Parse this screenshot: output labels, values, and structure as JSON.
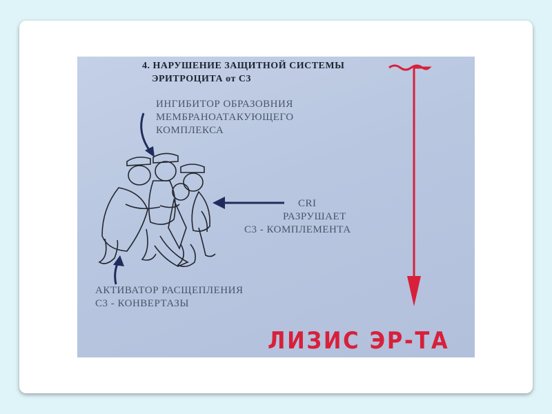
{
  "slide": {
    "title_line1": "4. НАРУШЕНИЕ ЗАЩИТНОЙ СИСТЕМЫ",
    "title_line2": "ЭРИТРОЦИТА от С3",
    "inhibitor_line1": "ИНГИБИТОР ОБРАЗОВНИЯ",
    "inhibitor_line2": "МЕМБРАНОАТАКУЮЩЕГО",
    "inhibitor_line3": "КОМПЛЕКСА",
    "cri_line1": "CRI",
    "cri_line2": "РАЗРУШАЕТ",
    "cri_line3": "С3 - КОМПЛЕМЕНТА",
    "activator_line1": "АКТИВАТОР РАСЩЕПЛЕНИЯ",
    "activator_line2": "С3 - КОНВЕРТАЗЫ",
    "lysis_label": "ЛИЗИС ЭР-ТА"
  },
  "colors": {
    "background": "#dff4f8",
    "card": "#ffffff",
    "photo": "#b8c6e0",
    "arrow_dark": "#1f2c5c",
    "arrow_red": "#d8203a",
    "text": "#3c4658"
  },
  "icons": {
    "illustration": "cartoon-policemen-arresting-man"
  }
}
